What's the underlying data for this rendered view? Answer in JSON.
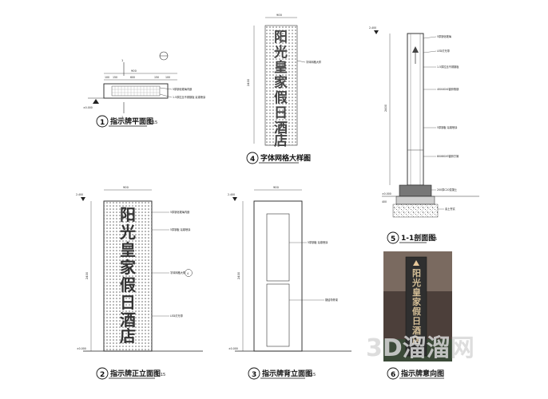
{
  "drawings": [
    {
      "id": "plan",
      "number": "1",
      "title": "指示牌平面图",
      "scale": "1:15"
    },
    {
      "id": "front",
      "number": "2",
      "title": "指示牌正立面图",
      "scale": "1:15"
    },
    {
      "id": "back",
      "number": "3",
      "title": "指示牌背立面图",
      "scale": "1:15"
    },
    {
      "id": "grid",
      "number": "4",
      "title": "字体网格大样图",
      "scale": "1:15"
    },
    {
      "id": "section",
      "number": "5",
      "title": "1-1剖面图",
      "scale": "1:15"
    },
    {
      "id": "render",
      "number": "6",
      "title": "指示牌意向图",
      "scale": ""
    }
  ],
  "sign_characters": [
    "阳",
    "光",
    "皇",
    "家",
    "假",
    "日",
    "酒",
    "店"
  ],
  "dimensions": {
    "width": "900",
    "height": "2400",
    "plan_segments": [
      "100",
      "150",
      "600",
      "150",
      "100"
    ],
    "level_top": "2.400",
    "level_ground": "±0.000",
    "level_section_top": "2.400",
    "section_base": "400"
  },
  "callouts": {
    "plan_1": "5厚钢化玻璃内嵌",
    "plan_2": "1.5厚拉丝不锈钢板 氟碳喷涂",
    "front_1": "5厚钢化玻璃内嵌",
    "front_2": "5厚钢板 氟碳喷涂",
    "front_3": "字体网格大样",
    "front_4": "LED灯光带",
    "back_1": "5厚钢板 氟碳喷涂",
    "back_2": "钢结构骨架",
    "sec_1": "5厚钢化玻璃",
    "sec_2": "LED灯光带",
    "sec_3": "1.5厚拉丝不锈钢板",
    "sec_4": "40X40X4镀锌角钢",
    "sec_5": "5厚钢板 氟碳喷涂",
    "sec_6": "80X80X5镀锌方管",
    "sec_7": "200厚C20混凝土",
    "sec_8": "素土夯实"
  },
  "section_marker": "1",
  "grid_ref": "4",
  "watermark": "3D溜溜网",
  "colors": {
    "line": "#333333",
    "hatch": "#888888",
    "bg": "#ffffff",
    "watermark": "#d8d8d8"
  }
}
